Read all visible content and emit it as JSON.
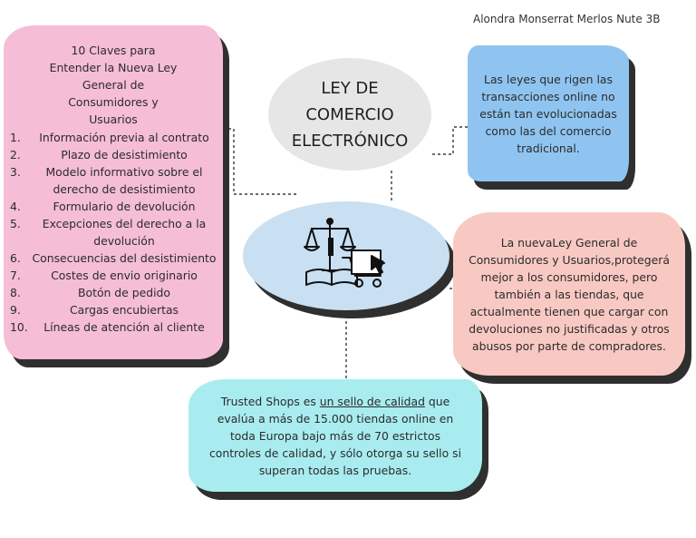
{
  "author": "Alondra Monserrat Merlos Nute 3B",
  "title": {
    "line1": "LEY DE",
    "line2": "COMERCIO",
    "line3": "ELECTRÓNICO"
  },
  "left_box": {
    "title": "10 Claves para Entender la Nueva Ley General de Consumidores y Usuarios",
    "items": [
      {
        "num": "1.",
        "text": "Información previa al contrato"
      },
      {
        "num": "2.",
        "text": "Plazo de desistimiento"
      },
      {
        "num": "3.",
        "text": "Modelo informativo sobre el derecho de desistimiento"
      },
      {
        "num": "4.",
        "text": "Formulario de devolución"
      },
      {
        "num": "5.",
        "text": "Excepciones del derecho a la devolución"
      },
      {
        "num": "6.",
        "text": "Consecuencias del desistimiento"
      },
      {
        "num": "7.",
        "text": "Costes de envio originario"
      },
      {
        "num": "8.",
        "text": "Botón de pedido"
      },
      {
        "num": "9.",
        "text": "Cargas encubiertas"
      },
      {
        "num": "10.",
        "text": "Líneas de atención al cliente"
      }
    ]
  },
  "blue_box": {
    "text": "Las leyes que rigen las transacciones online no están tan evolucionadas como las del comercio tradicional."
  },
  "salmon_box": {
    "text": "La nuevaLey General de Consumidores y Usuarios,protegerá mejor a los consumidores, pero también a las tiendas, que actualmente tienen que cargar con devoluciones no justificadas y otros abusos por parte de compradores."
  },
  "cyan_box": {
    "text_before": "Trusted Shops es ",
    "link": "un sello de calidad",
    "text_after": " que evalúa a más de 15.000 tiendas online en toda Europa bajo más de 70 estrictos controles de calidad, y sólo otorga su sello si superan todas las pruebas."
  },
  "icon": "justice-ecommerce-icon",
  "colors": {
    "pink": "#f5bdd6",
    "blue": "#8fc4f0",
    "grey": "#e6e6e6",
    "light_blue": "#c9dff2",
    "salmon": "#f8c9c2",
    "cyan": "#a9ecf0",
    "shadow": "#2f2f2f"
  }
}
